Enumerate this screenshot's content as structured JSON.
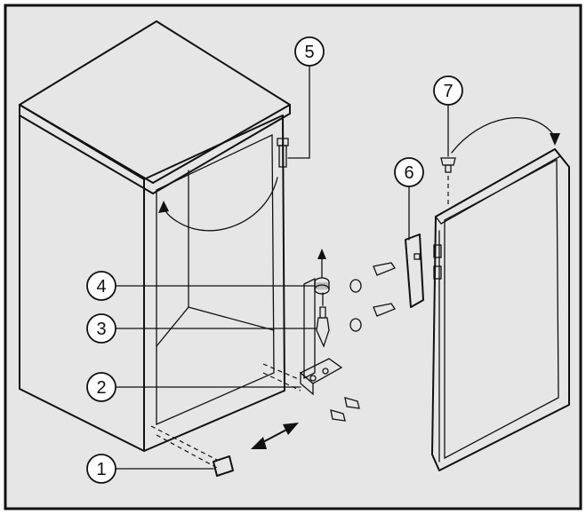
{
  "callouts": [
    {
      "id": "1",
      "label": "1"
    },
    {
      "id": "2",
      "label": "2"
    },
    {
      "id": "3",
      "label": "3"
    },
    {
      "id": "4",
      "label": "4"
    },
    {
      "id": "5",
      "label": "5"
    },
    {
      "id": "6",
      "label": "6"
    },
    {
      "id": "7",
      "label": "7"
    }
  ],
  "colors": {
    "frame_bg": "#e6e6e6",
    "line": "#111111",
    "fill_white": "#ffffff",
    "top_fill": "#cfcfcf",
    "side_fill": "#dcdcdc",
    "hardware_fill": "#bdbdbd"
  }
}
